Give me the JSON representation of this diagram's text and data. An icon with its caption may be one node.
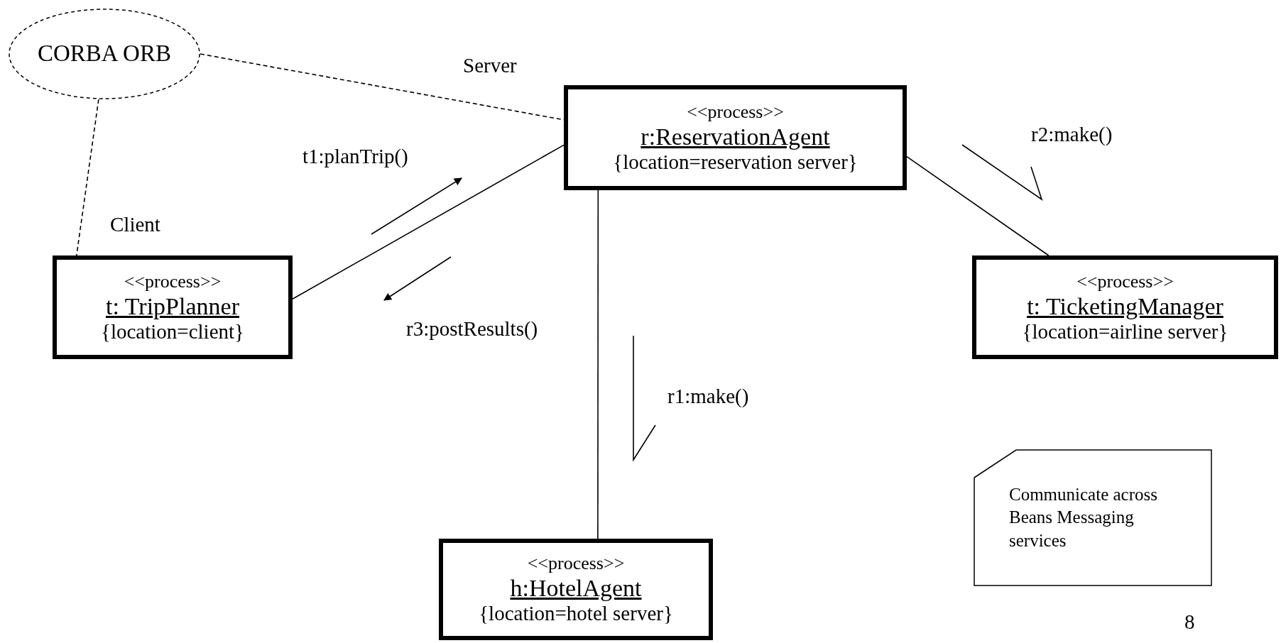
{
  "diagram": {
    "nodes": [
      {
        "text": [
          "CORBA ORB"
        ]
      },
      {
        "text": [
          "<<process>>",
          "r:ReservationAgent",
          "{location=reservation server}"
        ]
      },
      {
        "text": [
          "<<process>>",
          "t: TripPlanner",
          "{location=client}"
        ]
      },
      {
        "text": [
          "<<process>>",
          "t: TicketingManager",
          "{location=airline server}"
        ]
      },
      {
        "text": [
          "<<process>>",
          "h:HotelAgent",
          "{location=hotel server}"
        ]
      },
      {
        "text": [
          "Communicate across Beans Messaging services"
        ]
      }
    ],
    "edges": [
      {
        "from": 0,
        "to": 1,
        "arrow": "none",
        "style": "dashed"
      },
      {
        "from": 0,
        "to": 2,
        "arrow": "none",
        "style": "dashed"
      },
      {
        "from": 1,
        "to": 2,
        "arrow": "none"
      },
      {
        "from": 1,
        "to": 3,
        "arrow": "none"
      },
      {
        "from": 1,
        "to": 4,
        "arrow": "none"
      }
    ],
    "labels": [
      "Server",
      "Client",
      "t1:planTrip()",
      "r3:postResults()",
      "r2:make()",
      "r1:make()",
      "8"
    ]
  }
}
